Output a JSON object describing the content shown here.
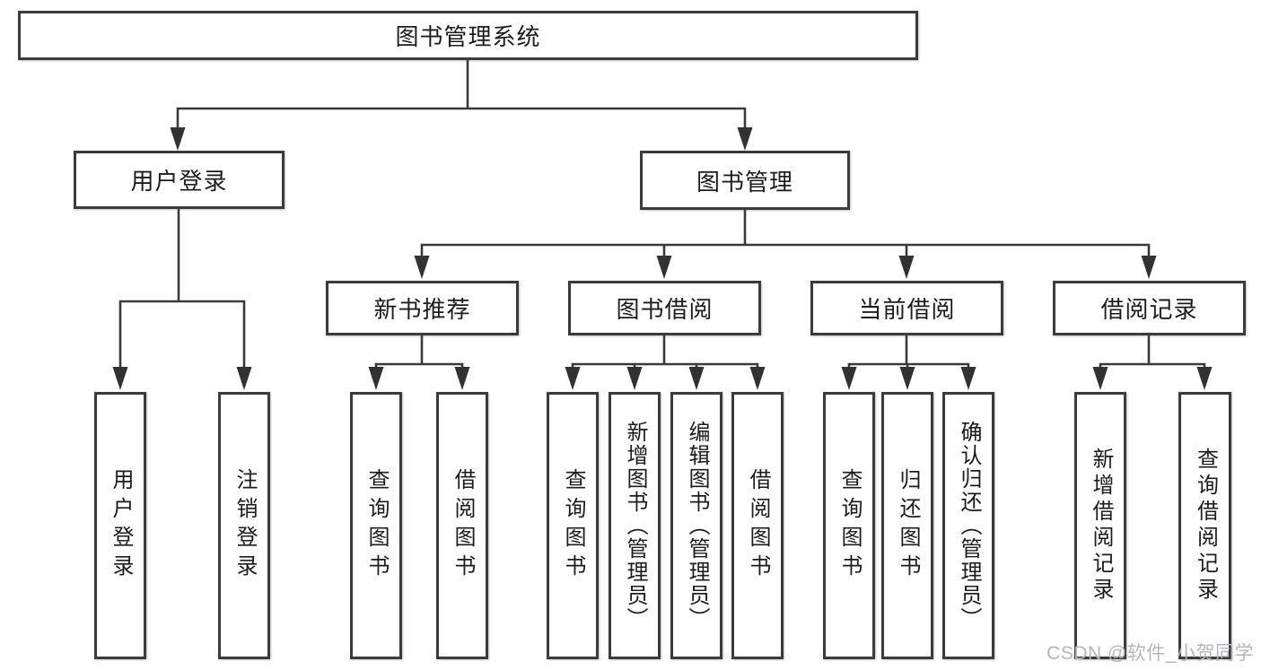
{
  "colors": {
    "background": "#ffffff",
    "line": "#3a3a3c",
    "box_border": "#3b3b3d",
    "text": "#1c1c1e",
    "watermark": "#b6b6ba"
  },
  "tree": {
    "root": {
      "label": "图书管理系统"
    },
    "branches": [
      {
        "label": "用户登录",
        "leaves": [
          "用户登录",
          "注销登录"
        ]
      },
      {
        "label": "图书管理",
        "groups": [
          {
            "label": "新书推荐",
            "leaves": [
              "查询图书",
              "借阅图书"
            ]
          },
          {
            "label": "图书借阅",
            "leaves": [
              "查询图书",
              "新增图书（管理员）",
              "编辑图书（管理员）",
              "借阅图书"
            ]
          },
          {
            "label": "当前借阅",
            "leaves": [
              "查询图书",
              "归还图书",
              "确认归还（管理员）"
            ]
          },
          {
            "label": "借阅记录",
            "leaves": [
              "新增借阅记录",
              "查询借阅记录"
            ]
          }
        ]
      }
    ]
  },
  "watermark": "CSDN @软件_小贺同学"
}
